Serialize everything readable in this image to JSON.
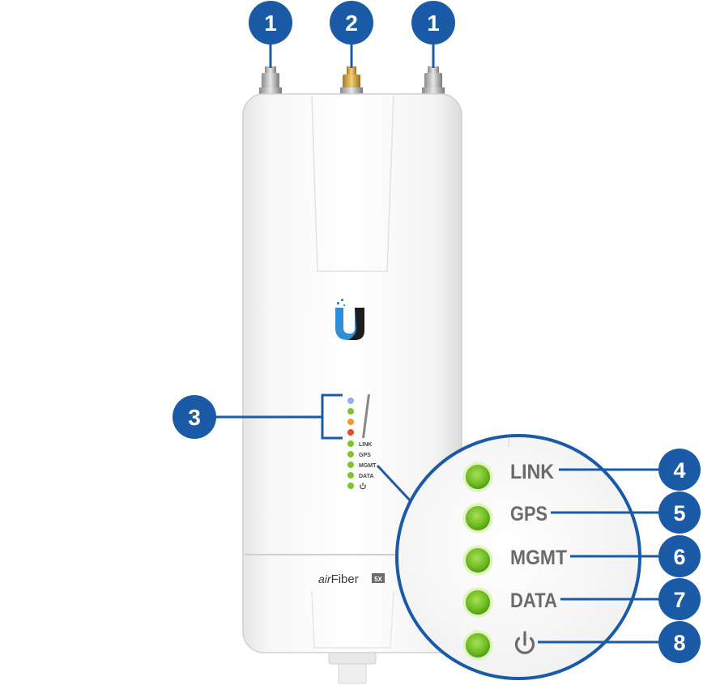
{
  "callouts": {
    "antenna_left": "1",
    "gps_connector": "2",
    "signal_leds": "3",
    "link": "4",
    "gps": "5",
    "mgmt": "6",
    "data": "7",
    "power": "8",
    "antenna_right": "1"
  },
  "device": {
    "brand_air": "air",
    "brand_fiber": "Fiber",
    "brand_model": "5X",
    "small_labels": [
      "LINK",
      "GPS",
      "MGMT",
      "DATA"
    ]
  },
  "zoom_panel": {
    "labels": [
      "LINK",
      "GPS",
      "MGMT",
      "DATA"
    ],
    "power_icon": "power-icon"
  },
  "colors": {
    "callout_blue": "#1a5aa6",
    "zoom_ring": "#1a5aa6",
    "led_green": "#7cc62a",
    "led_blue": "#8fb3e8",
    "led_orange": "#f39a2e",
    "led_red": "#e94b2a",
    "connector_gold": "#d4a53a"
  }
}
